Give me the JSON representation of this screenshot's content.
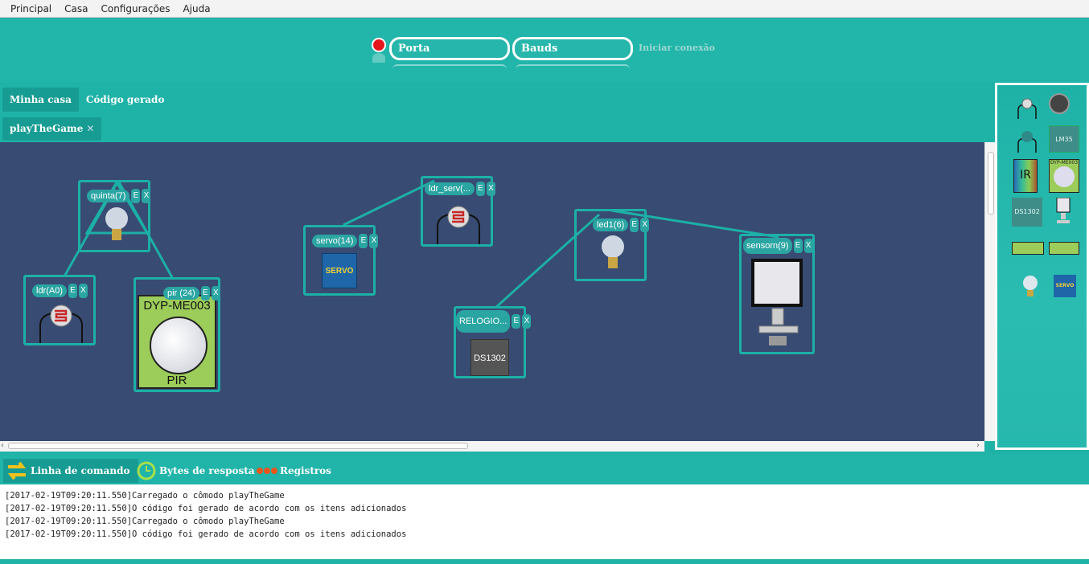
{
  "menu": [
    "Principal",
    "Casa",
    "Configurações",
    "Ajuda"
  ],
  "connection": {
    "port_label": "Porta",
    "baud_label": "Bauds",
    "connect_label": "Iniciar conexão",
    "status_color": "#e6161b"
  },
  "tabs": [
    "Minha casa",
    "Código gerado"
  ],
  "room_tab": {
    "label": "playTheGame",
    "close": "✕"
  },
  "nodes": {
    "quinta": "quinta(7)",
    "ldr_a0": "ldr(A0)",
    "pir": "pir (24)",
    "pir_sensor_top": "DYP-ME003",
    "pir_sensor_bottom": "PIR",
    "servo": "servo(14)",
    "servo_text": "SERVO",
    "ldr_serv": "ldr_serv(...",
    "led1": "led1(6)",
    "relogio": "RELOGIO...",
    "relogio_chip": "DS1302",
    "sensorn": "sensorn(9)",
    "edit": "E",
    "remove": "X"
  },
  "palette": {
    "lm35": "LM35",
    "ir": "IR",
    "dyp": "DYP-ME003",
    "ds1302": "DS1302",
    "servo": "SERVO"
  },
  "console_tabs": {
    "command": "Linha de comando",
    "bytes": "Bytes de resposta",
    "logs": "Registros"
  },
  "log": [
    "[2017-02-19T09:20:11.550]Carregado o cômodo playTheGame",
    "[2017-02-19T09:20:11.550]O código foi gerado de acordo com os itens adicionados",
    "[2017-02-19T09:20:11.550]Carregado o cômodo playTheGame",
    "[2017-02-19T09:20:11.550]O código foi gerado de acordo com os itens adicionados"
  ]
}
